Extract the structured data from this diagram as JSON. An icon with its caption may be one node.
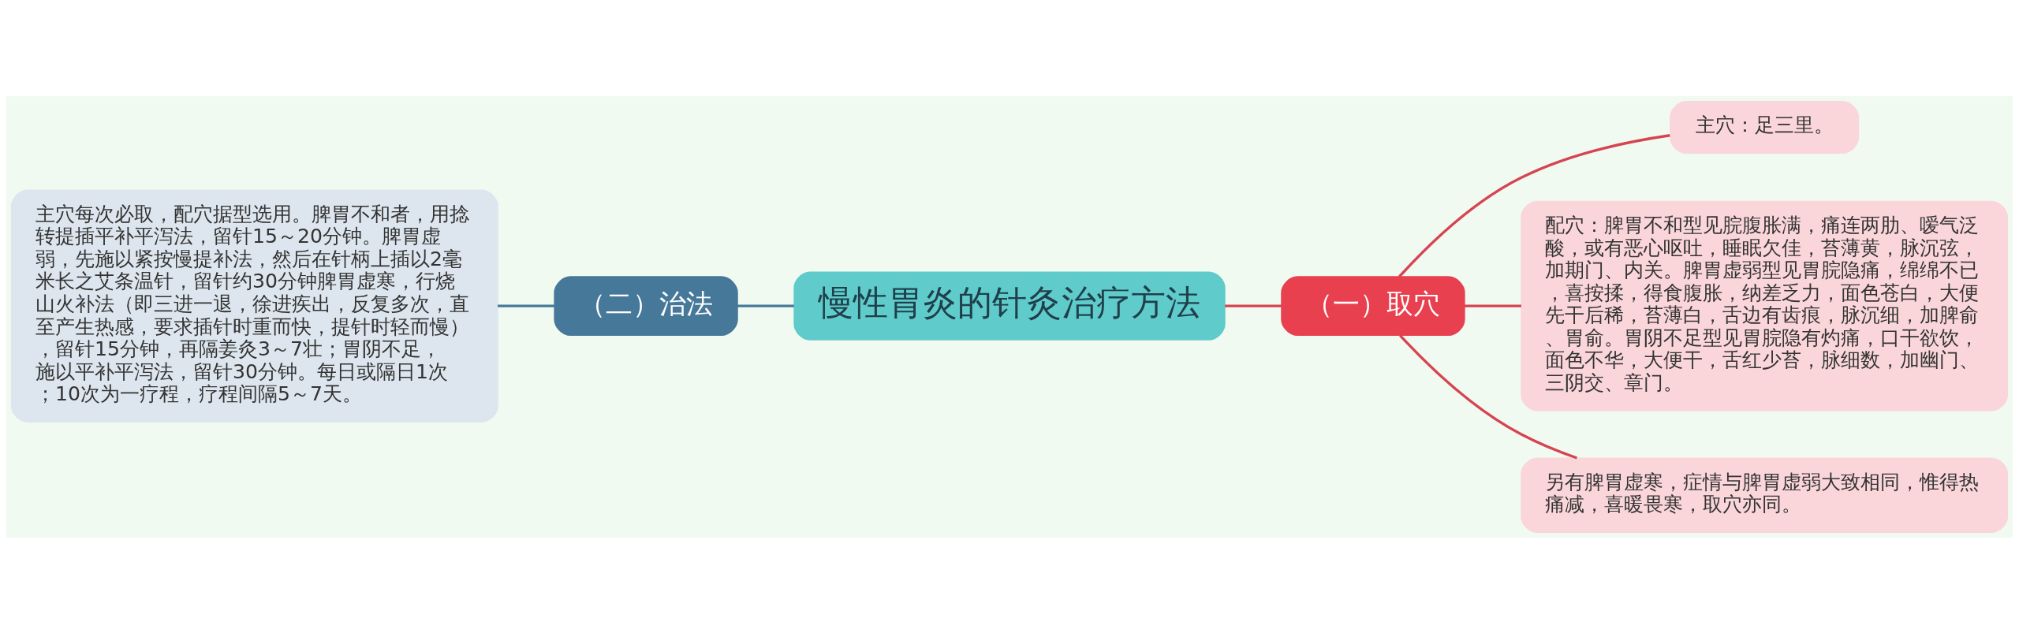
{
  "diagram": {
    "nodes": [
      {
        "text": [
          "慢性胃炎的针灸治疗方法"
        ]
      },
      {
        "text": [
          "（一）取穴"
        ]
      },
      {
        "text": [
          "主穴：足三里。"
        ]
      },
      {
        "text": [
          "配穴：脾胃不和型见脘腹胀满，痛连两肋、嗳气泛酸，或有恶心呕吐，睡眠欠佳，苔薄黄，脉沉弦，加期门、内关。脾胃虚弱型见胃脘隐痛，绵绵不已，喜按揉，得食腹胀，纳差乏力，面色苍白，大便先干后稀，苔薄白，舌边有齿痕，脉沉细，加脾俞、胃俞。胃阴不足型见胃脘隐有灼痛，口干欲饮，面色不华，大便干，舌红少苔，脉细数，加幽门、三阴交、章门。"
        ]
      },
      {
        "text": [
          "另有脾胃虚寒，症情与脾胃虚弱大致相同，惟得热痛减，喜暖畏寒，取穴亦同。"
        ]
      },
      {
        "text": [
          "（二）治法"
        ]
      },
      {
        "text": [
          "主穴每次必取，配穴据型选用。脾胃不和者，用捻转提插平补平泻法，留针15～20分钟。脾胃虚弱，先施以紧按慢提补法，然后在针柄上插以2毫米长之艾条温针，留针约30分钟脾胃虚寒，行烧山火补法（即三进一退，徐进疾出，反复多次，直至产生热感，要求插针时重而快，提针时轻而慢），留针15分钟，再隔姜灸3～7壮；胃阴不足，施以平补平泻法，留针30分钟。每日或隔日1次；10次为一疗程，疗程间隔5～7天。"
        ]
      }
    ],
    "edges": [
      {
        "from": 0,
        "to": 1,
        "arrow": "none"
      },
      {
        "from": 1,
        "to": 2,
        "arrow": "none"
      },
      {
        "from": 1,
        "to": 3,
        "arrow": "none"
      },
      {
        "from": 1,
        "to": 4,
        "arrow": "none"
      },
      {
        "from": 0,
        "to": 5,
        "arrow": "none",
        "color": "#46789a"
      },
      {
        "from": 5,
        "to": 6,
        "arrow": "none",
        "color": "#46789a"
      }
    ]
  }
}
